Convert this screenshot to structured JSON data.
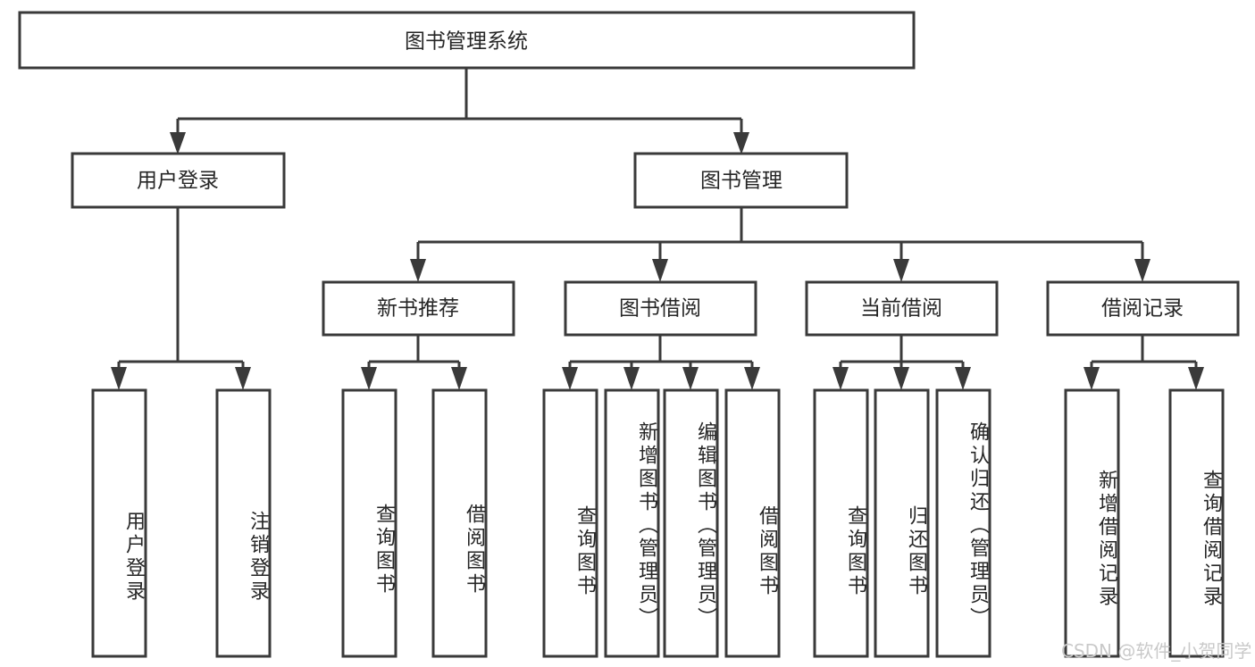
{
  "diagram": {
    "title": "图书管理系统",
    "type": "tree-hierarchy-chart",
    "root": {
      "id": "root",
      "label": "图书管理系统"
    },
    "level2": [
      {
        "id": "user-login",
        "label": "用户登录"
      },
      {
        "id": "book-manage",
        "label": "图书管理"
      }
    ],
    "level3": [
      {
        "id": "new-book-recommend",
        "label": "新书推荐",
        "parent": "book-manage"
      },
      {
        "id": "book-borrow",
        "label": "图书借阅",
        "parent": "book-manage"
      },
      {
        "id": "current-borrow",
        "label": "当前借阅",
        "parent": "book-manage"
      },
      {
        "id": "borrow-record",
        "label": "借阅记录",
        "parent": "book-manage"
      }
    ],
    "leaves": {
      "user-login": [
        {
          "id": "leaf-user-login",
          "label": "用户登录"
        },
        {
          "id": "leaf-logout-login",
          "label": "注销登录"
        }
      ],
      "new-book-recommend": [
        {
          "id": "leaf-query-book-1",
          "label": "查询图书"
        },
        {
          "id": "leaf-borrow-book-1",
          "label": "借阅图书"
        }
      ],
      "book-borrow": [
        {
          "id": "leaf-query-book-2",
          "label": "查询图书"
        },
        {
          "id": "leaf-add-book",
          "label": "新增图书（管理员）"
        },
        {
          "id": "leaf-edit-book",
          "label": "编辑图书（管理员）"
        },
        {
          "id": "leaf-borrow-book-2",
          "label": "借阅图书"
        }
      ],
      "current-borrow": [
        {
          "id": "leaf-query-book-3",
          "label": "查询图书"
        },
        {
          "id": "leaf-return-book",
          "label": "归还图书"
        },
        {
          "id": "leaf-confirm-return",
          "label": "确认归还（管理员）"
        }
      ],
      "borrow-record": [
        {
          "id": "leaf-add-record",
          "label": "新增借阅记录"
        },
        {
          "id": "leaf-query-record",
          "label": "查询借阅记录"
        }
      ]
    }
  },
  "watermark": {
    "text": "CSDN @软件_小贺同学"
  },
  "colors": {
    "box_stroke": "#3a3a3a",
    "box_fill": "#ffffff",
    "text": "#262626",
    "background": "#ffffff",
    "watermark": "#c9c9c9"
  }
}
